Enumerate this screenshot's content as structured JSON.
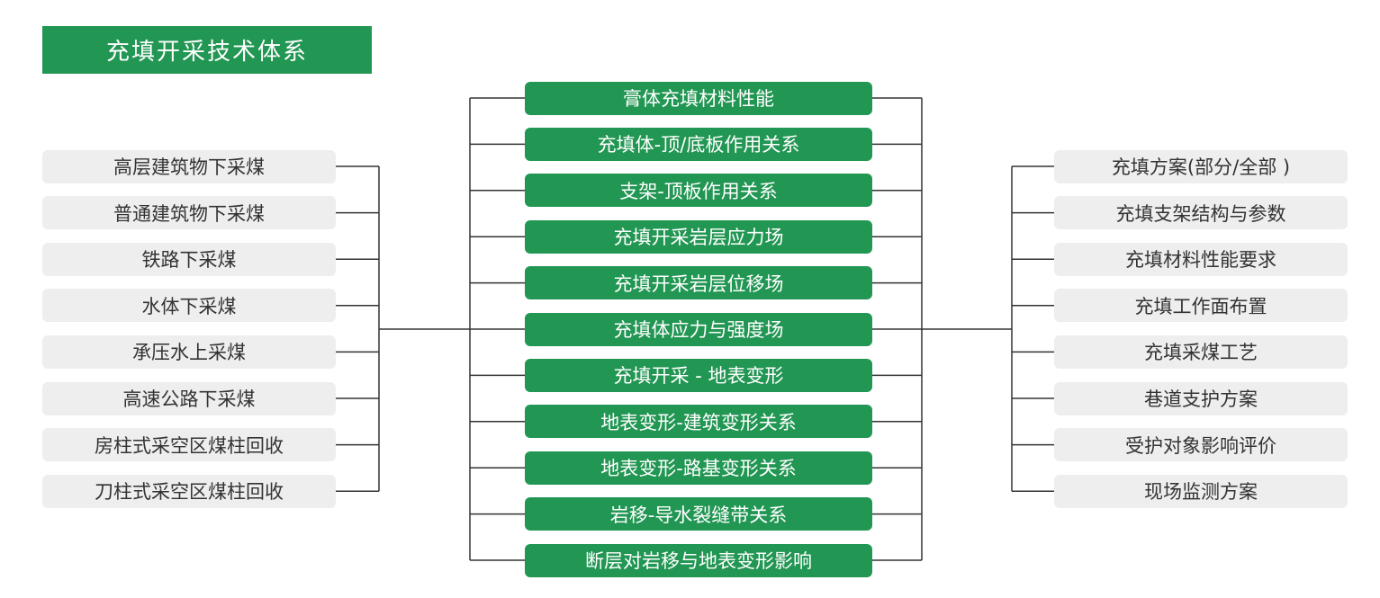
{
  "title": "充填开采技术体系",
  "colors": {
    "accent": "#229653",
    "node_gray": "#eeeeee",
    "line": "#333333"
  },
  "left_items": [
    "高层建筑物下采煤",
    "普通建筑物下采煤",
    "铁路下采煤",
    "水体下采煤",
    "承压水上采煤",
    "高速公路下采煤",
    "房柱式采空区煤柱回收",
    "刀柱式采空区煤柱回收"
  ],
  "center_items": [
    "膏体充填材料性能",
    "充填体-顶/底板作用关系",
    "支架-顶板作用关系",
    "充填开采岩层应力场",
    "充填开采岩层位移场",
    "充填体应力与强度场",
    "充填开采 - 地表变形",
    "地表变形-建筑变形关系",
    "地表变形-路基变形关系",
    "岩移-导水裂缝带关系",
    "断层对岩移与地表变形影响"
  ],
  "right_items": [
    "充填方案(部分/全部 )",
    "充填支架结构与参数",
    "充填材料性能要求",
    "充填工作面布置",
    "充填采煤工艺",
    "巷道支护方案",
    "受护对象影响评价",
    "现场监测方案"
  ]
}
